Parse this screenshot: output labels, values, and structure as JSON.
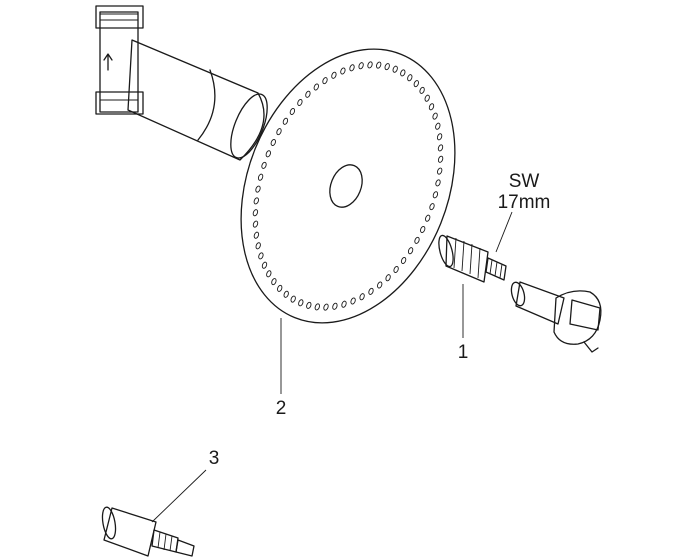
{
  "callouts": {
    "part1": "1",
    "part2": "2",
    "part3": "3"
  },
  "wrench": {
    "line1": "SW",
    "line2": "17mm"
  },
  "colors": {
    "line": "#1a1a1a",
    "tube_fill": "#f2f2f2",
    "background": "#ffffff"
  }
}
